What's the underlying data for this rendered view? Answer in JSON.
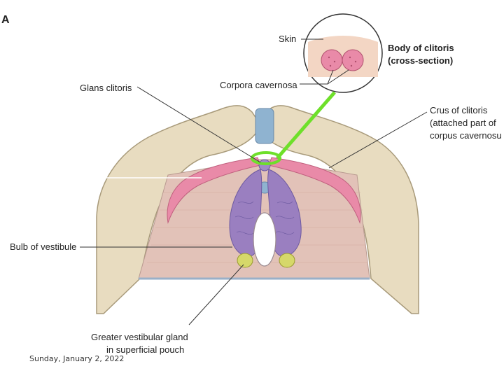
{
  "panel_letter": "A",
  "labels": {
    "skin": "Skin",
    "body_title_1": "Body of clitoris",
    "body_title_2": "(cross-section)",
    "glans": "Glans clitoris",
    "corpora": "Corpora cavernosa",
    "crus_1": "Crus of clitoris",
    "crus_2": "(attached part of",
    "crus_3": "corpus cavernosu",
    "bulb": "Bulb of vestibule",
    "gland_1": "Greater vestibular gland",
    "gland_2": "in superficial pouch"
  },
  "footer_date": "Sunday, January 2, 2022",
  "colors": {
    "bone": "#e8dcc0",
    "membrane": "#e2c2b8",
    "crus_pink": "#e98aa8",
    "bulb_purple": "#9a7fc0",
    "gland_yellow": "#d6d86a",
    "highlight_green": "#6ee02a",
    "ligament_blue": "#8fb3d0"
  }
}
